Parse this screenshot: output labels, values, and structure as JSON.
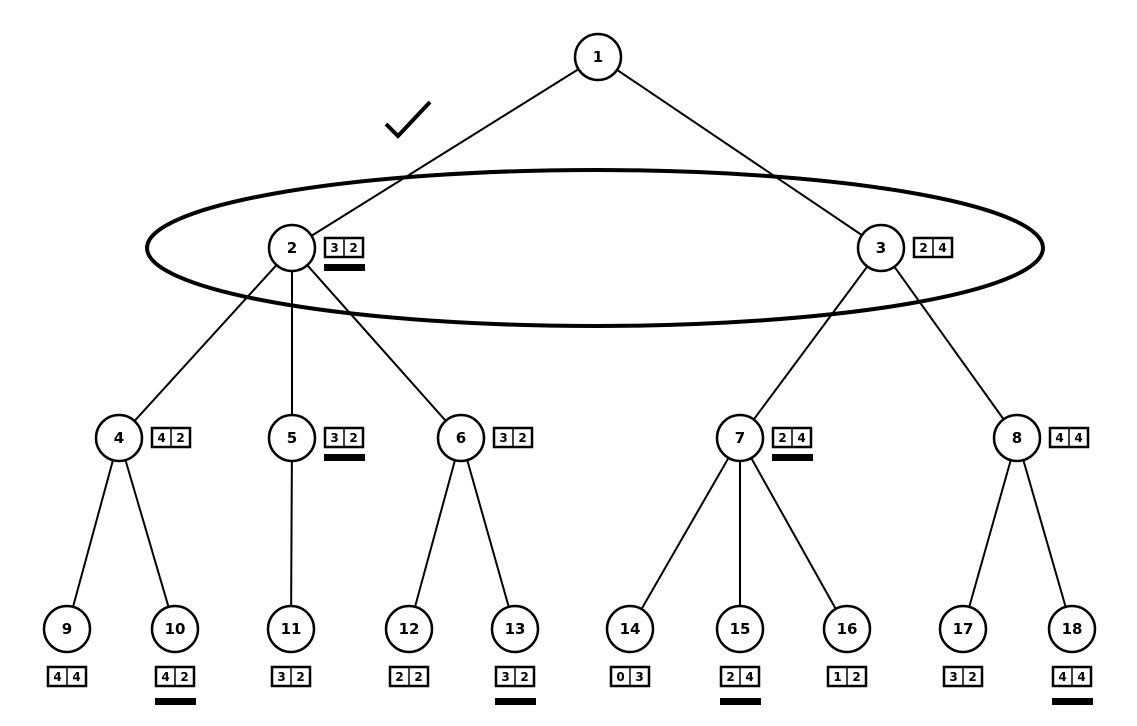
{
  "tree": {
    "nodes": [
      {
        "id": "1",
        "label": "1",
        "values": null,
        "underlined": false
      },
      {
        "id": "2",
        "label": "2",
        "values": [
          "3",
          "2"
        ],
        "underlined": true
      },
      {
        "id": "3",
        "label": "3",
        "values": [
          "2",
          "4"
        ],
        "underlined": false
      },
      {
        "id": "4",
        "label": "4",
        "values": [
          "4",
          "2"
        ],
        "underlined": false
      },
      {
        "id": "5",
        "label": "5",
        "values": [
          "3",
          "2"
        ],
        "underlined": true
      },
      {
        "id": "6",
        "label": "6",
        "values": [
          "3",
          "2"
        ],
        "underlined": false
      },
      {
        "id": "7",
        "label": "7",
        "values": [
          "2",
          "4"
        ],
        "underlined": true
      },
      {
        "id": "8",
        "label": "8",
        "values": [
          "4",
          "4"
        ],
        "underlined": false
      },
      {
        "id": "9",
        "label": "9",
        "values": [
          "4",
          "4"
        ],
        "underlined": false
      },
      {
        "id": "10",
        "label": "10",
        "values": [
          "4",
          "2"
        ],
        "underlined": true
      },
      {
        "id": "11",
        "label": "11",
        "values": [
          "3",
          "2"
        ],
        "underlined": false
      },
      {
        "id": "12",
        "label": "12",
        "values": [
          "2",
          "2"
        ],
        "underlined": false
      },
      {
        "id": "13",
        "label": "13",
        "values": [
          "3",
          "2"
        ],
        "underlined": true
      },
      {
        "id": "14",
        "label": "14",
        "values": [
          "0",
          "3"
        ],
        "underlined": false
      },
      {
        "id": "15",
        "label": "15",
        "values": [
          "2",
          "4"
        ],
        "underlined": true
      },
      {
        "id": "16",
        "label": "16",
        "values": [
          "1",
          "2"
        ],
        "underlined": false
      },
      {
        "id": "17",
        "label": "17",
        "values": [
          "3",
          "2"
        ],
        "underlined": false
      },
      {
        "id": "18",
        "label": "18",
        "values": [
          "4",
          "4"
        ],
        "underlined": true
      }
    ],
    "edges": [
      [
        "1",
        "2"
      ],
      [
        "1",
        "3"
      ],
      [
        "2",
        "4"
      ],
      [
        "2",
        "5"
      ],
      [
        "2",
        "6"
      ],
      [
        "3",
        "7"
      ],
      [
        "3",
        "8"
      ],
      [
        "4",
        "9"
      ],
      [
        "4",
        "10"
      ],
      [
        "5",
        "11"
      ],
      [
        "6",
        "12"
      ],
      [
        "6",
        "13"
      ],
      [
        "7",
        "14"
      ],
      [
        "7",
        "15"
      ],
      [
        "7",
        "16"
      ],
      [
        "8",
        "17"
      ],
      [
        "8",
        "18"
      ]
    ],
    "annotations": {
      "checkmark": "checkmark-icon",
      "ellipse": "level-2-highlight"
    }
  }
}
